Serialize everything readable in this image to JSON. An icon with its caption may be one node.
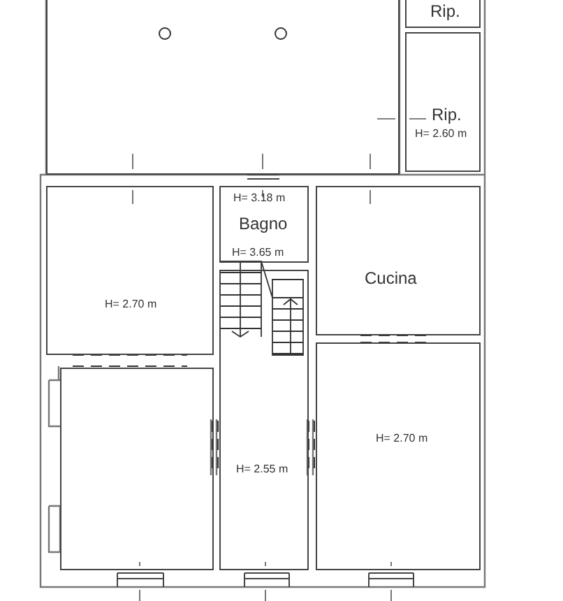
{
  "diagram": {
    "nodes": [
      {
        "text": [],
        "shape": "box"
      },
      {
        "text": [
          "Rip."
        ]
      },
      {
        "text": [
          "Rip.",
          "H= 2.60 m"
        ]
      },
      {
        "text": [
          "H= 2.70 m"
        ]
      },
      {
        "text": [
          "H= 3.18 m",
          "Bagno"
        ]
      },
      {
        "text": [
          "Cucina"
        ]
      },
      {
        "text": [],
        "shape": "box"
      },
      {
        "text": [
          "H= 2.55 m"
        ]
      },
      {
        "text": [
          "H= 2.70 m"
        ]
      }
    ],
    "edges": [],
    "labels": [
      "H= 3.65 m"
    ]
  }
}
